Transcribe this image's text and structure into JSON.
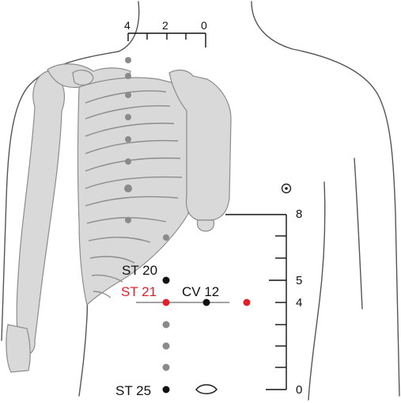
{
  "colors": {
    "bone_fill": "#d9d9d9",
    "bone_stroke": "#8c8c8c",
    "outline": "#555555",
    "point_black": "#111111",
    "point_red": "#e0202a",
    "point_gray": "#8a8a8a",
    "scale": "#111111",
    "label_black": "#111111",
    "label_red": "#e0202a"
  },
  "top_scale": {
    "ticks": [
      "4",
      "2",
      "0"
    ]
  },
  "right_scale": {
    "label_8": "8",
    "label_5": "5",
    "label_4": "4",
    "label_0": "0"
  },
  "points": {
    "st20": "ST 20",
    "st21": "ST 21",
    "cv12": "CV 12",
    "st25": "ST 25"
  },
  "icons": {
    "nipple": "nipple-icon",
    "navel": "navel-icon"
  }
}
